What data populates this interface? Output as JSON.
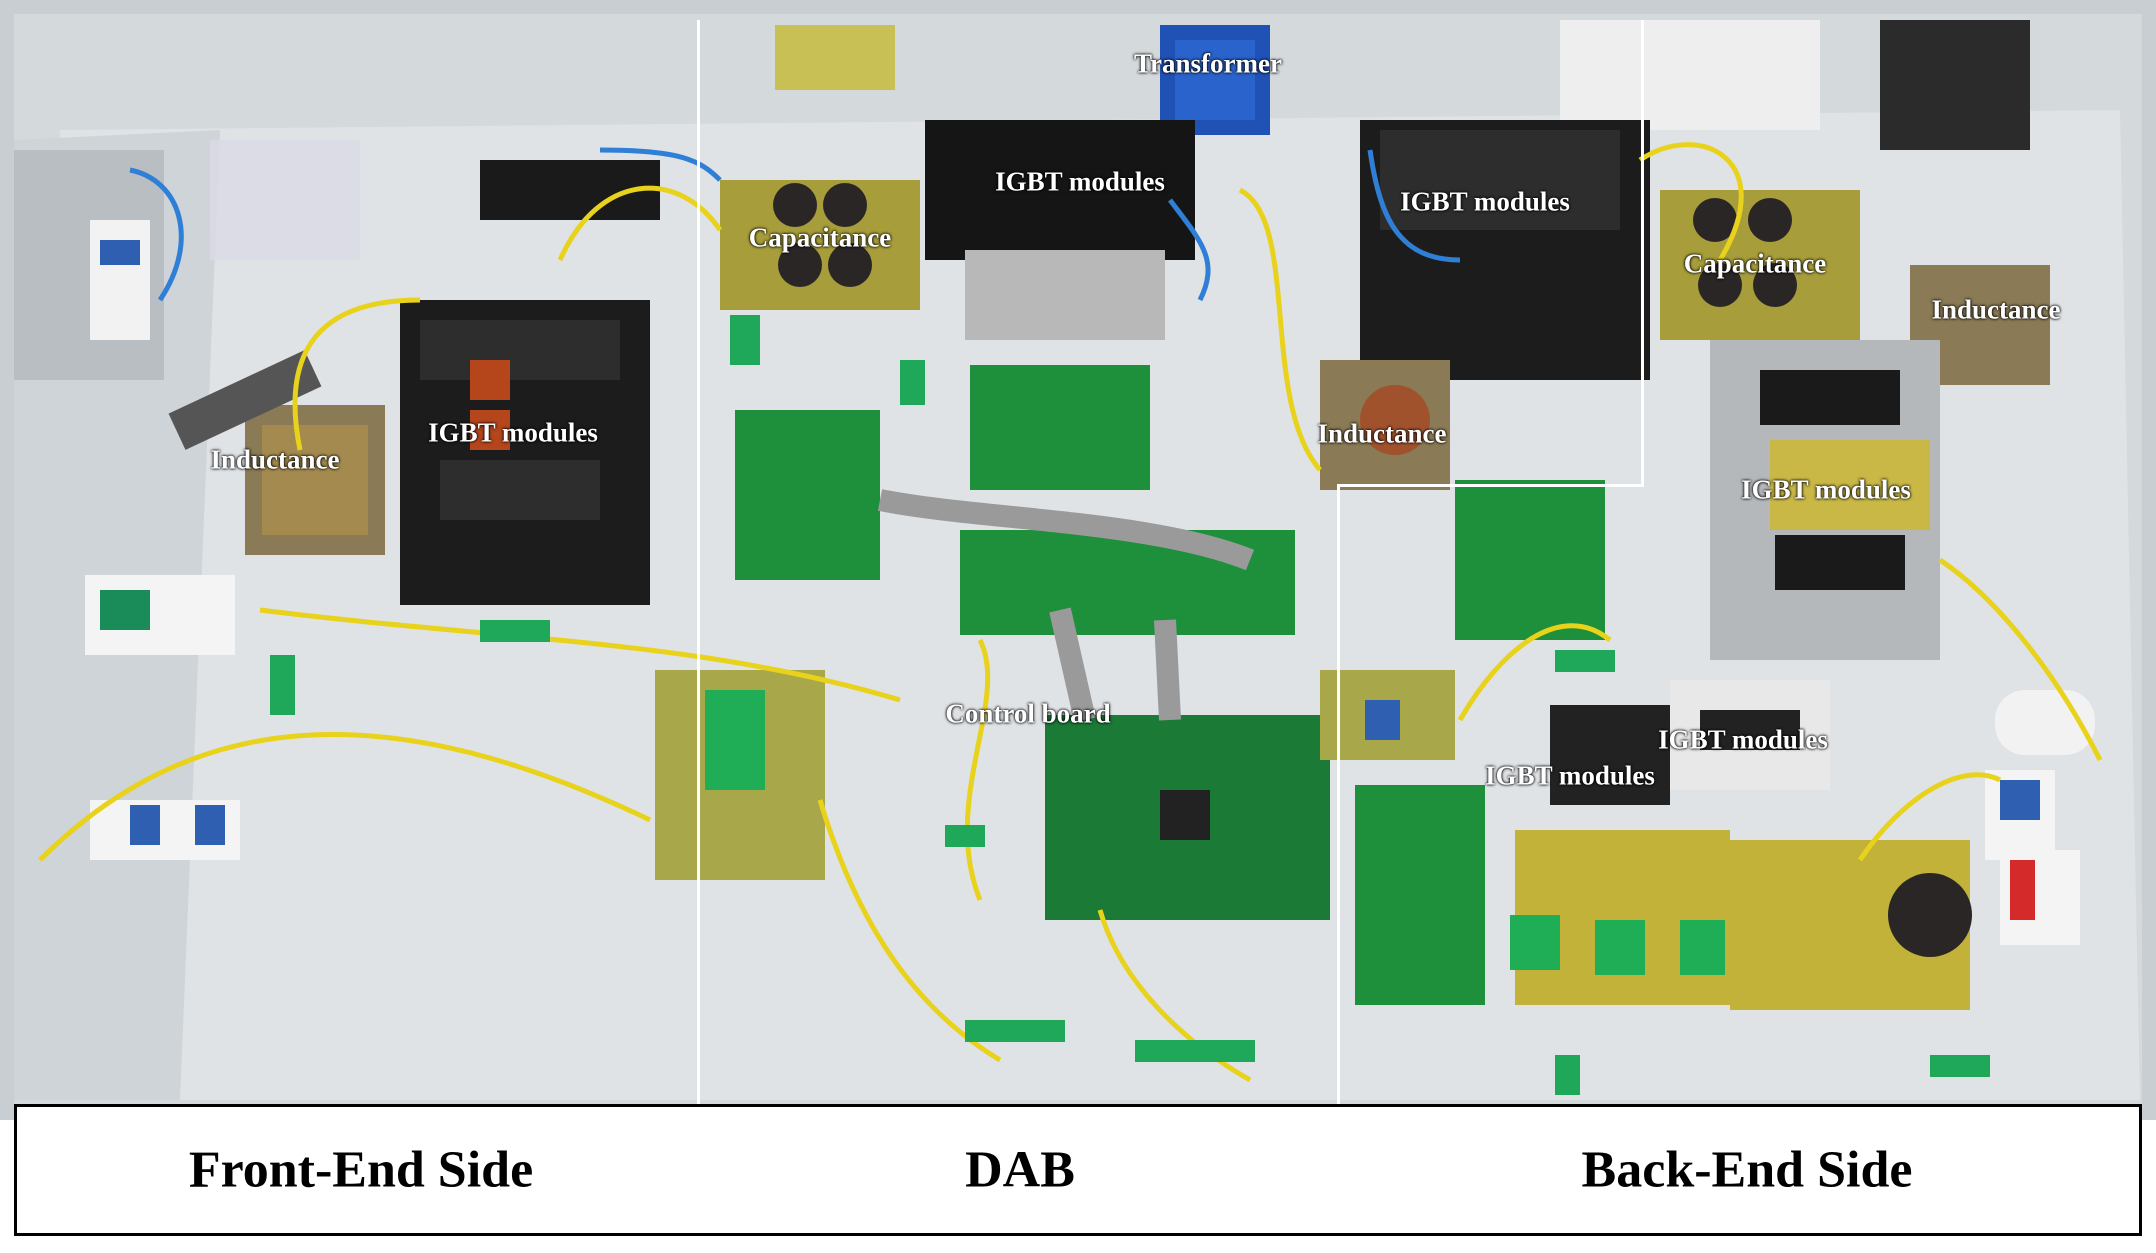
{
  "photo": {
    "labels": {
      "transformer": "Transformer",
      "capacitance_left": "Capacitance",
      "capacitance_right": "Capacitance",
      "igbt_top_center": "IGBT modules",
      "igbt_top_right": "IGBT modules",
      "igbt_left": "IGBT modules",
      "igbt_right_mid": "IGBT modules",
      "igbt_bottom_right_a": "IGBT modules",
      "igbt_bottom_right_b": "IGBT modules",
      "inductance_left": "Inductance",
      "inductance_center": "Inductance",
      "inductance_right": "Inductance",
      "control_board": "Control board"
    }
  },
  "sections": {
    "front_end": "Front-End Side",
    "dab": "DAB",
    "back_end": "Back-End Side"
  },
  "colors": {
    "table": "#dfe3e6",
    "pcb": "#1e8f3a",
    "heatsink": "#1c1c1c",
    "wire_yellow": "#e8d21c",
    "tape_green": "#1fa85a",
    "divider": "#ffffff"
  }
}
